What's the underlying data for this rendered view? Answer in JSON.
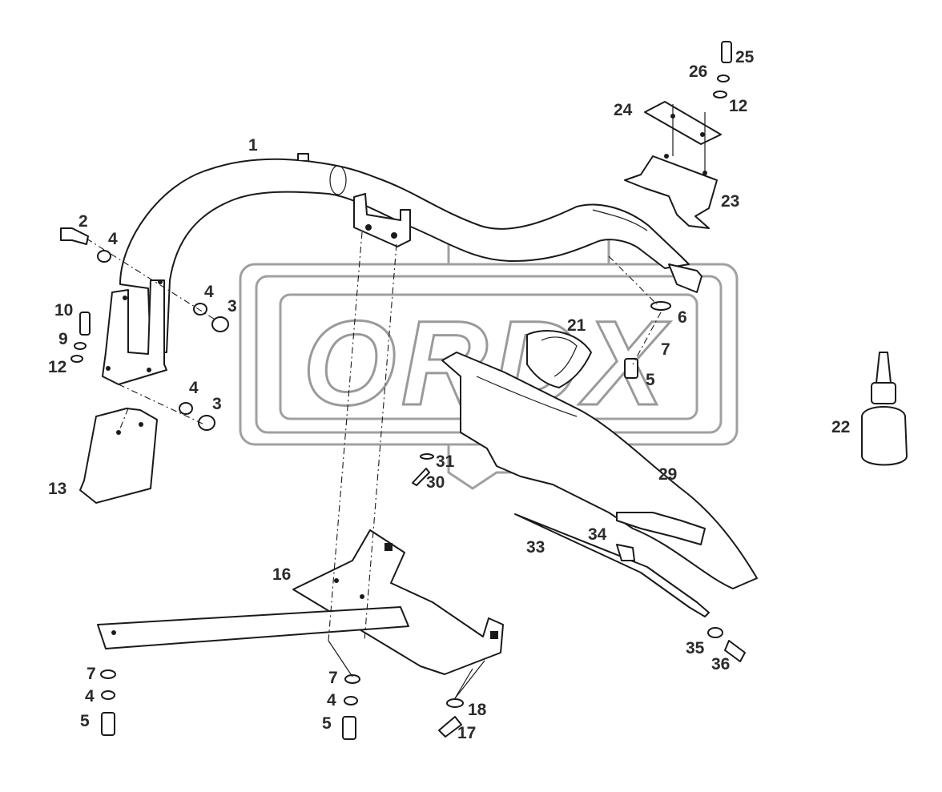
{
  "watermark": {
    "text": "ORDX"
  },
  "colors": {
    "line": "#1a1a1a",
    "label": "#2b2b2b",
    "watermark": "#a0a0a0"
  },
  "labels": {
    "p1": "1",
    "p2": "2",
    "p3a": "3",
    "p3b": "3",
    "p4a": "4",
    "p4b": "4",
    "p4c": "4",
    "p4d": "4",
    "p4e": "4",
    "p5a": "5",
    "p5b": "5",
    "p5c": "5",
    "p6": "6",
    "p7a": "7",
    "p7b": "7",
    "p7c": "7",
    "p9": "9",
    "p10": "10",
    "p12a": "12",
    "p12b": "12",
    "p13": "13",
    "p16": "16",
    "p17": "17",
    "p18": "18",
    "p21": "21",
    "p22": "22",
    "p23": "23",
    "p24": "24",
    "p25": "25",
    "p26": "26",
    "p29": "29",
    "p30": "30",
    "p31": "31",
    "p33": "33",
    "p34": "34",
    "p35": "35",
    "p36": "36"
  }
}
